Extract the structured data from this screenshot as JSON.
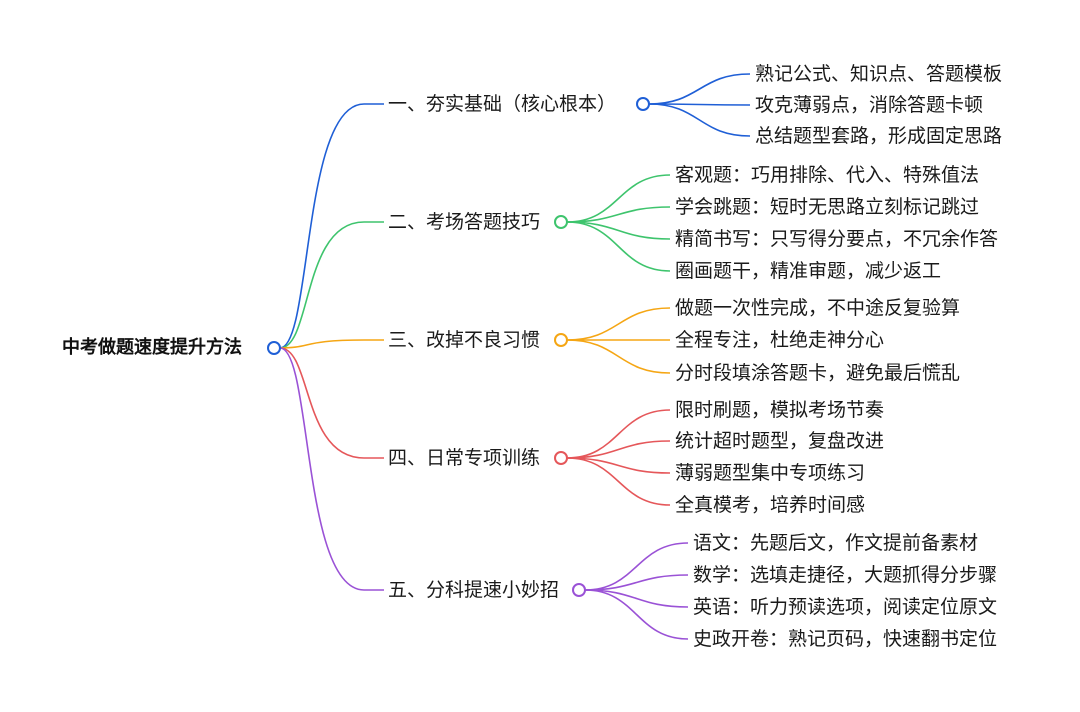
{
  "root": {
    "label": "中考做题速度提升方法"
  },
  "branches": [
    {
      "label": "一、夯实基础（核心根本）",
      "color": "#1f5fd6",
      "children": [
        "熟记公式、知识点、答题模板",
        "攻克薄弱点，消除答题卡顿",
        "总结题型套路，形成固定思路"
      ]
    },
    {
      "label": "二、考场答题技巧",
      "color": "#3ec46d",
      "children": [
        "客观题：巧用排除、代入、特殊值法",
        "学会跳题：短时无思路立刻标记跳过",
        "精简书写：只写得分要点，不冗余作答",
        "圈画题干，精准审题，减少返工"
      ]
    },
    {
      "label": "三、改掉不良习惯",
      "color": "#f5a614",
      "children": [
        "做题一次性完成，不中途反复验算",
        "全程专注，杜绝走神分心",
        "分时段填涂答题卡，避免最后慌乱"
      ]
    },
    {
      "label": "四、日常专项训练",
      "color": "#e5575a",
      "children": [
        "限时刷题，模拟考场节奏",
        "统计超时题型，复盘改进",
        "薄弱题型集中专项练习",
        "全真模考，培养时间感"
      ]
    },
    {
      "label": "五、分科提速小妙招",
      "color": "#9a52d6",
      "children": [
        "语文：先题后文，作文提前备素材",
        "数学：选填走捷径，大题抓得分步骤",
        "英语：听力预读选项，阅读定位原文",
        "史政开卷：熟记页码，快速翻书定位"
      ]
    }
  ]
}
